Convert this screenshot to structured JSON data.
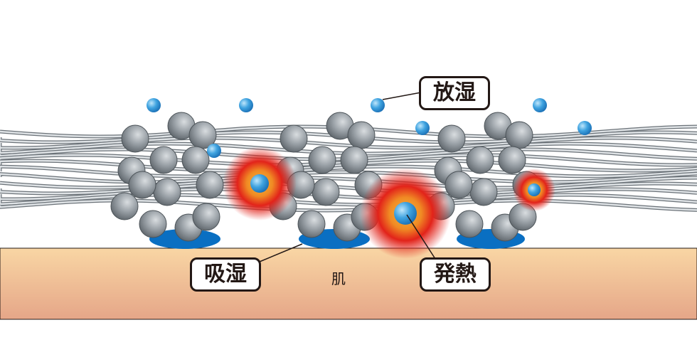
{
  "labels": {
    "release_moisture": "放湿",
    "absorb_moisture": "吸湿",
    "heat_generation": "発熱",
    "skin": "肌"
  },
  "colors": {
    "skin_top": "#f9d6a4",
    "skin_bottom": "#e5a688",
    "water": "#2a8fd6",
    "absorbed_water": "#0a6fc2",
    "fiber": "#9aa1a7",
    "heat": "#e2231a"
  }
}
